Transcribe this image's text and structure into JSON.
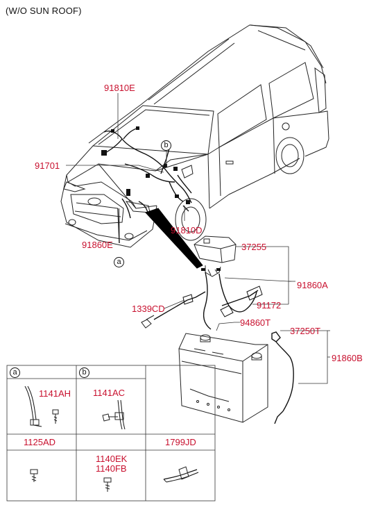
{
  "header": {
    "title": "(W/O SUN ROOF)"
  },
  "callouts": {
    "a": "a",
    "b": "b"
  },
  "parts": {
    "p91810E": "91810E",
    "p91701": "91701",
    "p91810D": "91810D",
    "p91860E": "91860E",
    "p37255": "37255",
    "p91860A": "91860A",
    "p1339CD": "1339CD",
    "p91172": "91172",
    "p94860T": "94860T",
    "p37250T": "37250T",
    "p91860B": "91860B"
  },
  "table": {
    "cells": [
      {
        "key": "a",
        "labels": [
          "1141AH"
        ]
      },
      {
        "key": "b",
        "labels": [
          "1141AC"
        ]
      },
      {
        "key": "",
        "labels": [
          "1125AD"
        ]
      },
      {
        "key": "",
        "labels": [
          "1140EK",
          "1140FB"
        ]
      },
      {
        "key": "",
        "labels": [
          "1799JD"
        ]
      }
    ]
  },
  "colors": {
    "part_label": "#c8102e",
    "line": "#1a1a1a",
    "background": "#ffffff"
  },
  "icons": [
    "van-body-drawing",
    "wiring-harness",
    "battery-drawing",
    "bolt-icon",
    "clip-icon"
  ]
}
